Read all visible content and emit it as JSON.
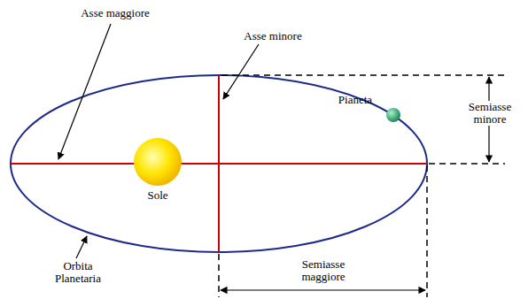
{
  "diagram": {
    "labels": [
      "Asse maggiore",
      "Asse minore",
      "Pianeta",
      "Semiasse minore",
      "Sole",
      "Orbita Planetaria",
      "Semiasse maggiore"
    ]
  }
}
